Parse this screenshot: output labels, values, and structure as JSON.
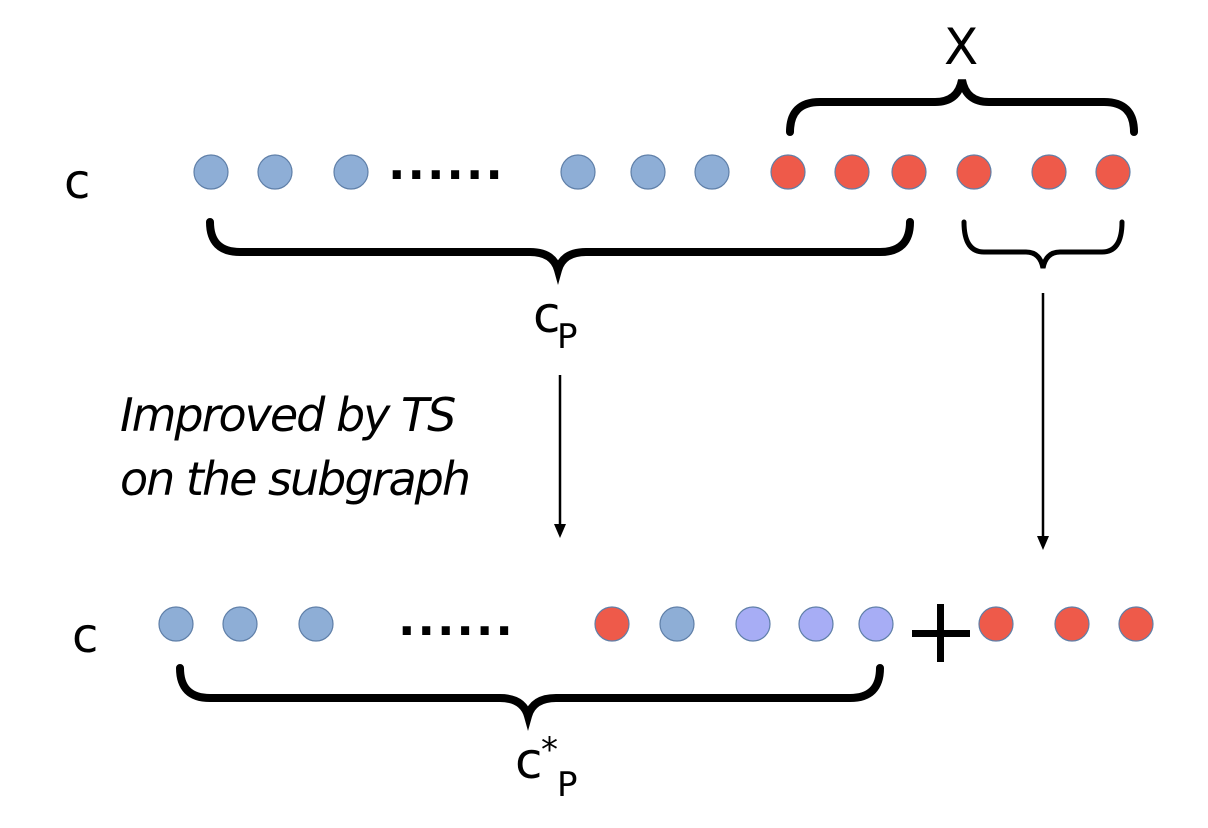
{
  "labels": {
    "row1_c": "c",
    "row2_c": "c",
    "x": "X",
    "cp_base": "c",
    "cp_sub": "P",
    "cps_base": "c",
    "cps_sup": "*",
    "cps_sub": "P",
    "plus": "+",
    "dots1": "......",
    "dots2": "......"
  },
  "annotation": {
    "line1": "Improved by TS",
    "line2": "on the subgraph"
  },
  "colors": {
    "blue": "#8eaed6",
    "red": "#ee5a4a",
    "lavender": "#a7adf5",
    "stroke": "#5f7fa8"
  },
  "row1_nodes": [
    "blue",
    "blue",
    "blue",
    "blue",
    "blue",
    "blue",
    "red",
    "red",
    "red",
    "red",
    "red",
    "red"
  ],
  "row2_nodes": [
    "blue",
    "blue",
    "blue",
    "red",
    "blue",
    "lavender",
    "lavender",
    "lavender",
    "red",
    "red",
    "red"
  ]
}
